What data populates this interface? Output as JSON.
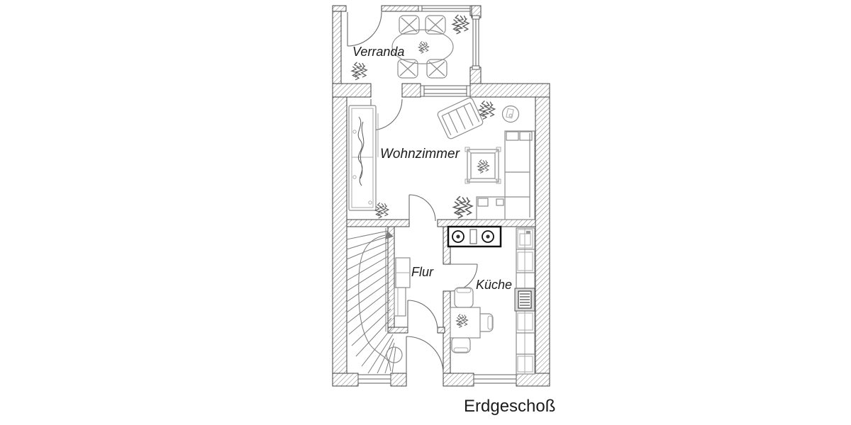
{
  "colors": {
    "background": "#ffffff",
    "wall_line": "#3f3f3f",
    "hatch_line": "#767676",
    "furniture_line": "#8c8c8c",
    "door_line": "#6a6a6a",
    "label_text": "#1c1c1c"
  },
  "rooms": [
    {
      "id": "verranda",
      "label": "Verranda"
    },
    {
      "id": "wohnzimmer",
      "label": "Wohnzimmer"
    },
    {
      "id": "flur",
      "label": "Flur"
    },
    {
      "id": "kueche",
      "label": "Küche"
    }
  ],
  "floor": {
    "label": "Erdgeschoß"
  },
  "symbols": {
    "stove_burners": 2,
    "veranda_chairs": 4,
    "kitchen_chairs": 3
  }
}
